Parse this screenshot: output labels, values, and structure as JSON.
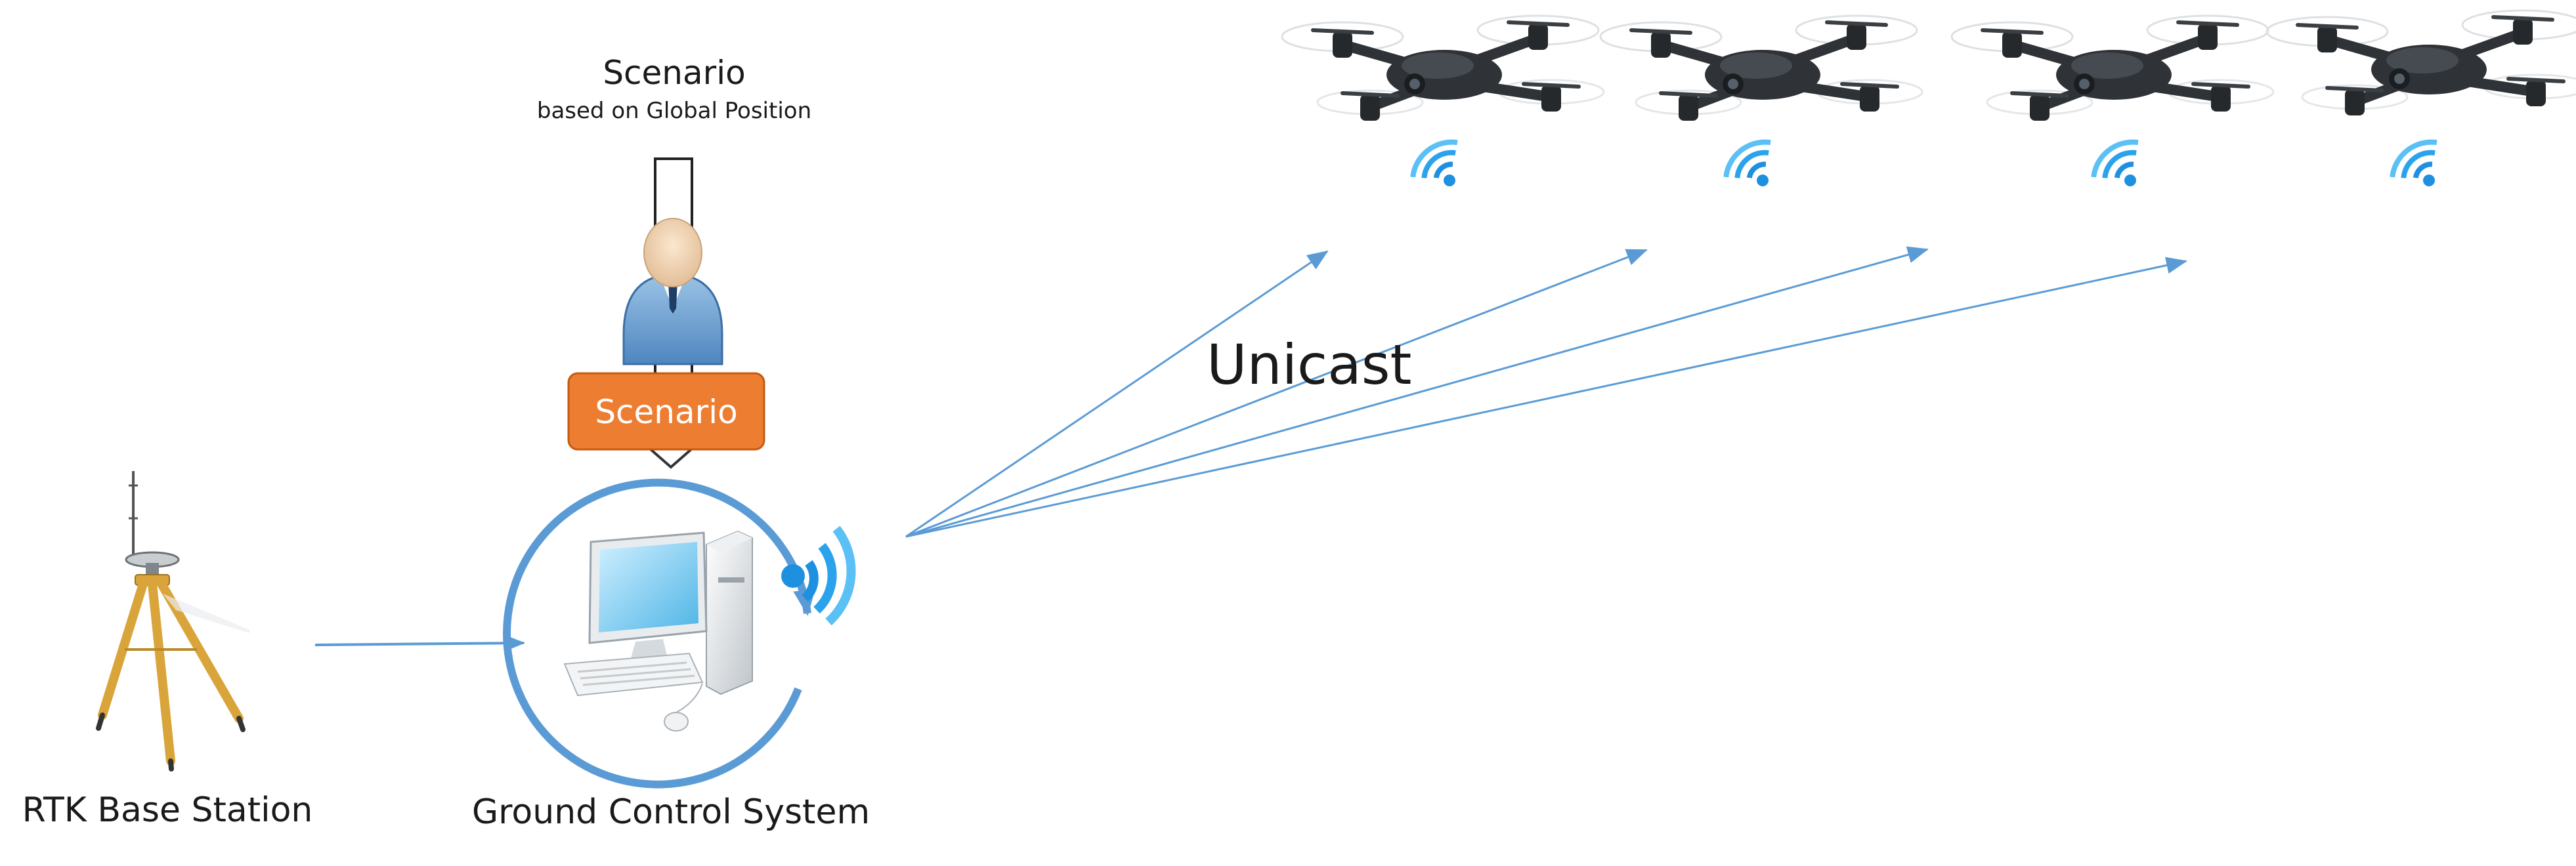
{
  "scenario_heading": {
    "title": "Scenario",
    "subtitle": "based on Global Position"
  },
  "scenario_box": {
    "label": "Scenario",
    "color": "#ED7D31"
  },
  "rtk_station": {
    "label": "RTK Base Station"
  },
  "ground_control": {
    "label": "Ground Control System"
  },
  "link": {
    "label": "Unicast",
    "color": "#5B9BD5"
  },
  "drones": [
    {
      "icon": "drone-icon"
    },
    {
      "icon": "drone-icon"
    },
    {
      "icon": "drone-icon"
    },
    {
      "icon": "drone-icon"
    }
  ],
  "colors": {
    "arrow": "#5B9BD5",
    "wifi": "#1E90E0",
    "tripod": "#D9A53A",
    "drone_body": "#2F3337"
  }
}
